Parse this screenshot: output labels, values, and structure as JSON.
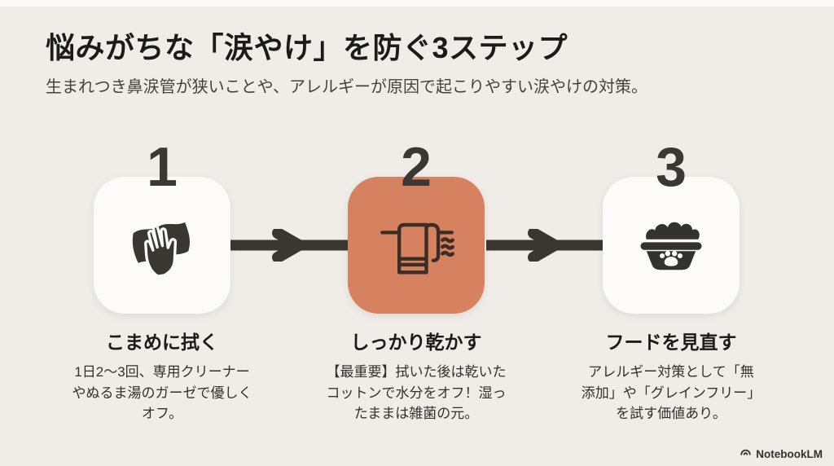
{
  "header": {
    "title": "悩みがちな「涙やけ」を防ぐ3ステップ",
    "subtitle": "生まれつき鼻涙管が狭いことや、アレルギーが原因で起こりやすい涙やけの対策。"
  },
  "steps": [
    {
      "number": "1",
      "icon": "wipe-cloth-icon",
      "label": "こまめに拭く",
      "description": "1日2〜3回、専用クリーナー\nやぬるま湯のガーゼで優しく\nオフ。"
    },
    {
      "number": "2",
      "icon": "towel-dry-icon",
      "label": "しっかり乾かす",
      "description": "【最重要】拭いた後は乾いた\nコットンで水分をオフ！湿っ\nたままは雑菌の元。"
    },
    {
      "number": "3",
      "icon": "food-bowl-icon",
      "label": "フードを見直す",
      "description": "アレルギー対策として「無\n添加」や「グレインフリー」\nを試す価値あり。"
    }
  ],
  "footer": {
    "brand": "NotebookLM"
  },
  "colors": {
    "background": "#f0ede8",
    "card": "#fcfbf9",
    "accent": "#d6815f",
    "dark": "#3a3733",
    "title_text": "#1d1b18"
  }
}
